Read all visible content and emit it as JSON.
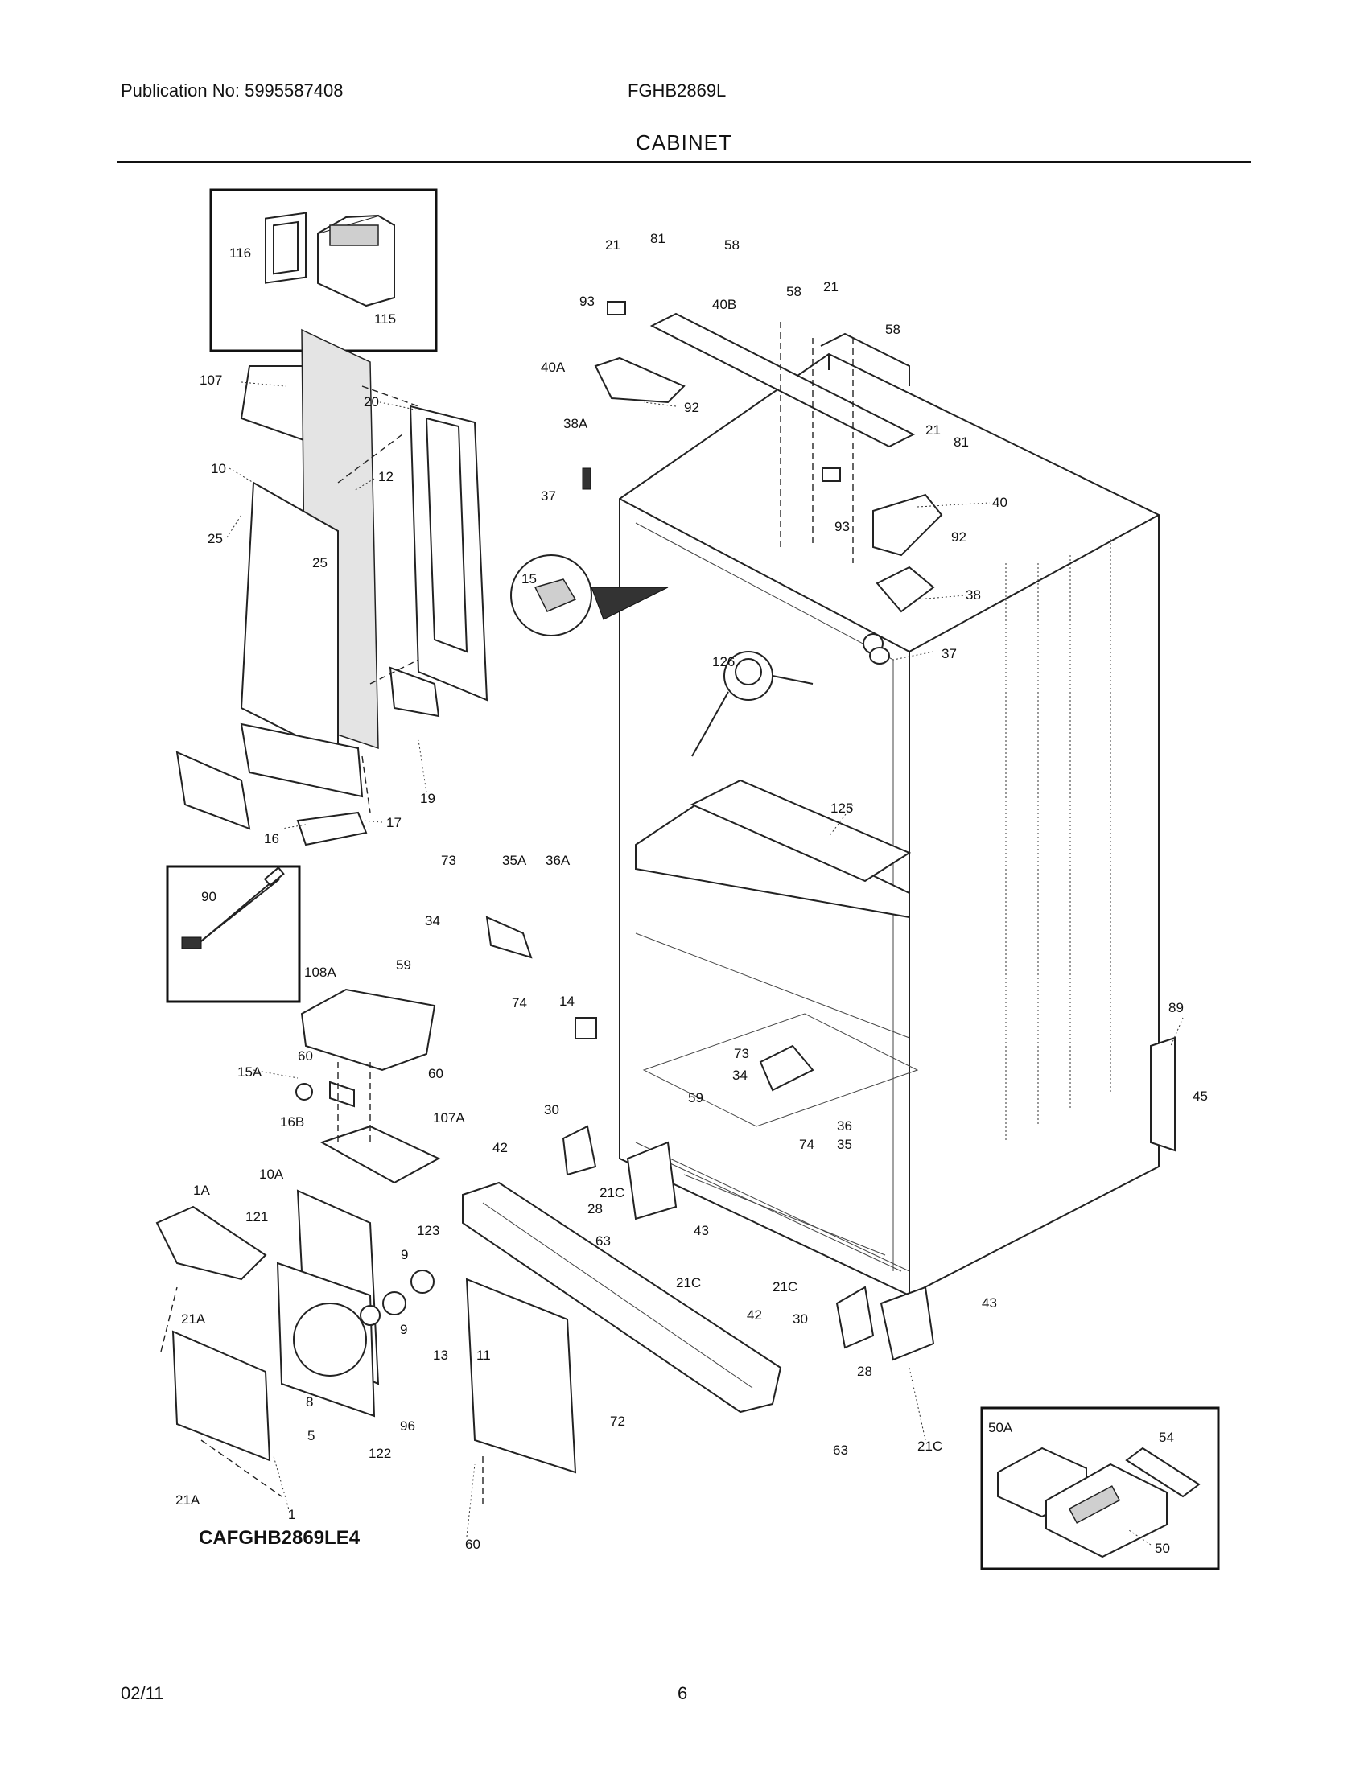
{
  "header": {
    "publication": "Publication No: 5995587408",
    "model": "FGHB2869L",
    "section_title": "CABINET"
  },
  "drawing_code": "CAFGHB2869LE4",
  "footer": {
    "date": "02/11",
    "page": "6"
  },
  "callouts": [
    "116",
    "115",
    "107",
    "20",
    "10",
    "12",
    "25",
    "25",
    "19",
    "16",
    "17",
    "21",
    "81",
    "58",
    "93",
    "40B",
    "58",
    "21",
    "58",
    "40A",
    "92",
    "38A",
    "37",
    "21",
    "81",
    "40",
    "93",
    "92",
    "38",
    "15",
    "37",
    "126",
    "125",
    "90",
    "73",
    "35A",
    "36A",
    "34",
    "59",
    "74",
    "108A",
    "14",
    "60",
    "15A",
    "60",
    "16B",
    "107A",
    "89",
    "45",
    "73",
    "34",
    "59",
    "36",
    "74",
    "35",
    "30",
    "42",
    "21C",
    "28",
    "63",
    "43",
    "1A",
    "10A",
    "121",
    "123",
    "9",
    "21A",
    "9",
    "13",
    "11",
    "8",
    "5",
    "96",
    "122",
    "72",
    "21C",
    "21C",
    "42",
    "30",
    "43",
    "28",
    "63",
    "21C",
    "50A",
    "54",
    "50",
    "21A",
    "1",
    "60"
  ]
}
